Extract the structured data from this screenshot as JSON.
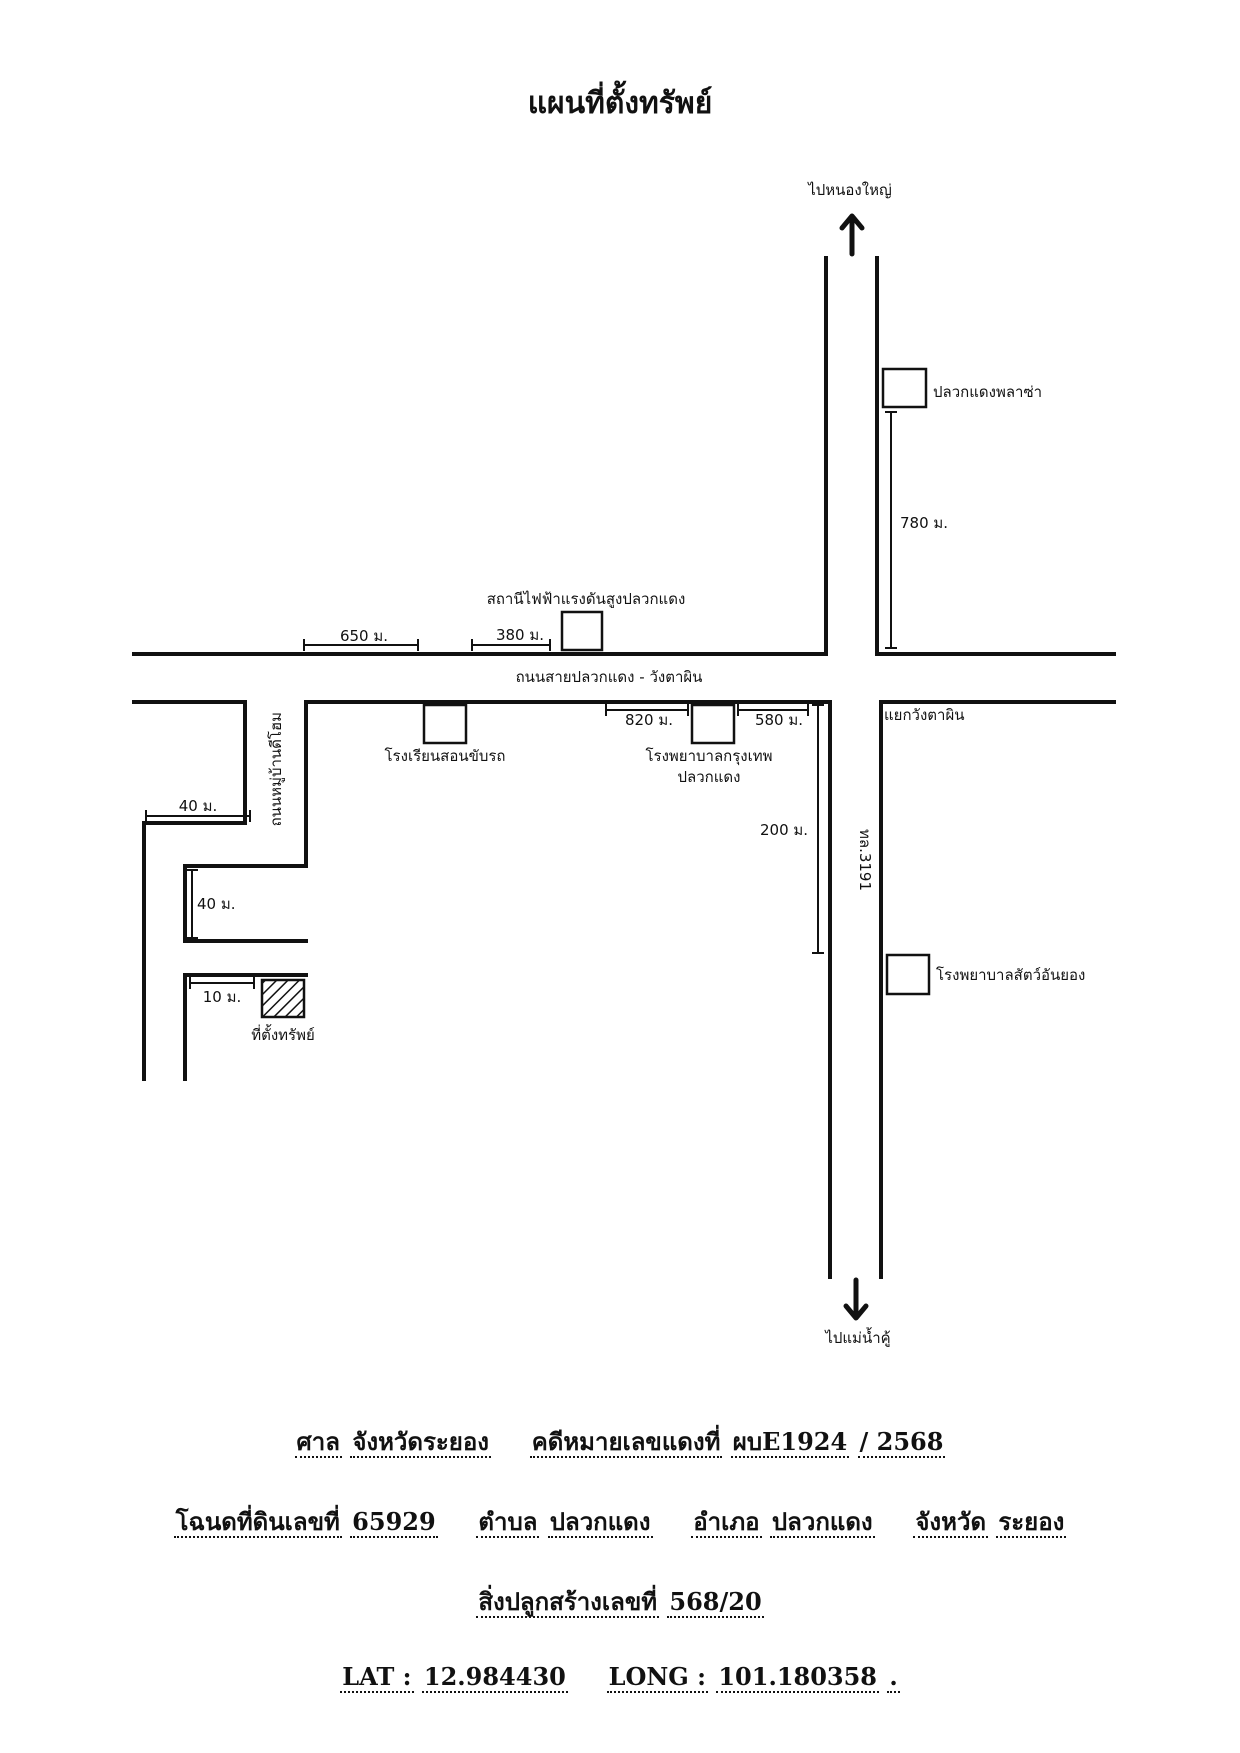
{
  "title": "แผนที่ตั้งทรัพย์",
  "labels": {
    "north": "ไปหนองใหญ่",
    "south": "ไปแม่น้ำคู้",
    "plaza": "ปลวกแดงพลาซ่า",
    "substation": "สถานีไฟฟ้าแรงดันสูงปลวกแดง",
    "main_road": "ถนนสายปลวกแดง - วังตาผิน",
    "junction": "แยกวังตาผิน",
    "driving_school": "โรงเรียนสอนขับรถ",
    "hospital_line1": "โรงพยาบาลกรุงเทพ",
    "hospital_line2": "ปลวกแดง",
    "side_road": "ถนนหมู่บ้านดีโฮม",
    "highway": "ทล.3191",
    "vet_hospital": "โรงพยาบาลสัตว์อันยอง",
    "property": "ที่ตั้งทรัพย์"
  },
  "distances": {
    "d780": "780 ม.",
    "d650": "650 ม.",
    "d380": "380 ม.",
    "d820": "820 ม.",
    "d580": "580 ม.",
    "d200": "200 ม.",
    "d40a": "40 ม.",
    "d40b": "40 ม.",
    "d10": "10 ม."
  },
  "footer": {
    "court_prefix": "ศาล",
    "court_province": "จังหวัดระยอง",
    "case_prefix": "คดีหมายเลขแดงที่",
    "case_no": "ผบE1924",
    "case_year": "/ 2568",
    "deed_prefix": "โฉนดที่ดินเลขที่",
    "deed_no": "65929",
    "tambon_prefix": "ตำบล",
    "tambon": "ปลวกแดง",
    "amphoe_prefix": "อำเภอ",
    "amphoe": "ปลวกแดง",
    "province_prefix": "จังหวัด",
    "province": "ระยอง",
    "building_prefix": "สิ่งปลูกสร้างเลขที่",
    "building_no": "568/20",
    "lat_label": "LAT :",
    "lat": "12.984430",
    "long_label": "LONG :",
    "long": "101.180358",
    "end_mark": "."
  },
  "icons": {
    "north_arrow": "arrow-up-icon",
    "south_arrow": "arrow-down-icon",
    "property_marker": "hatched-square-icon"
  }
}
